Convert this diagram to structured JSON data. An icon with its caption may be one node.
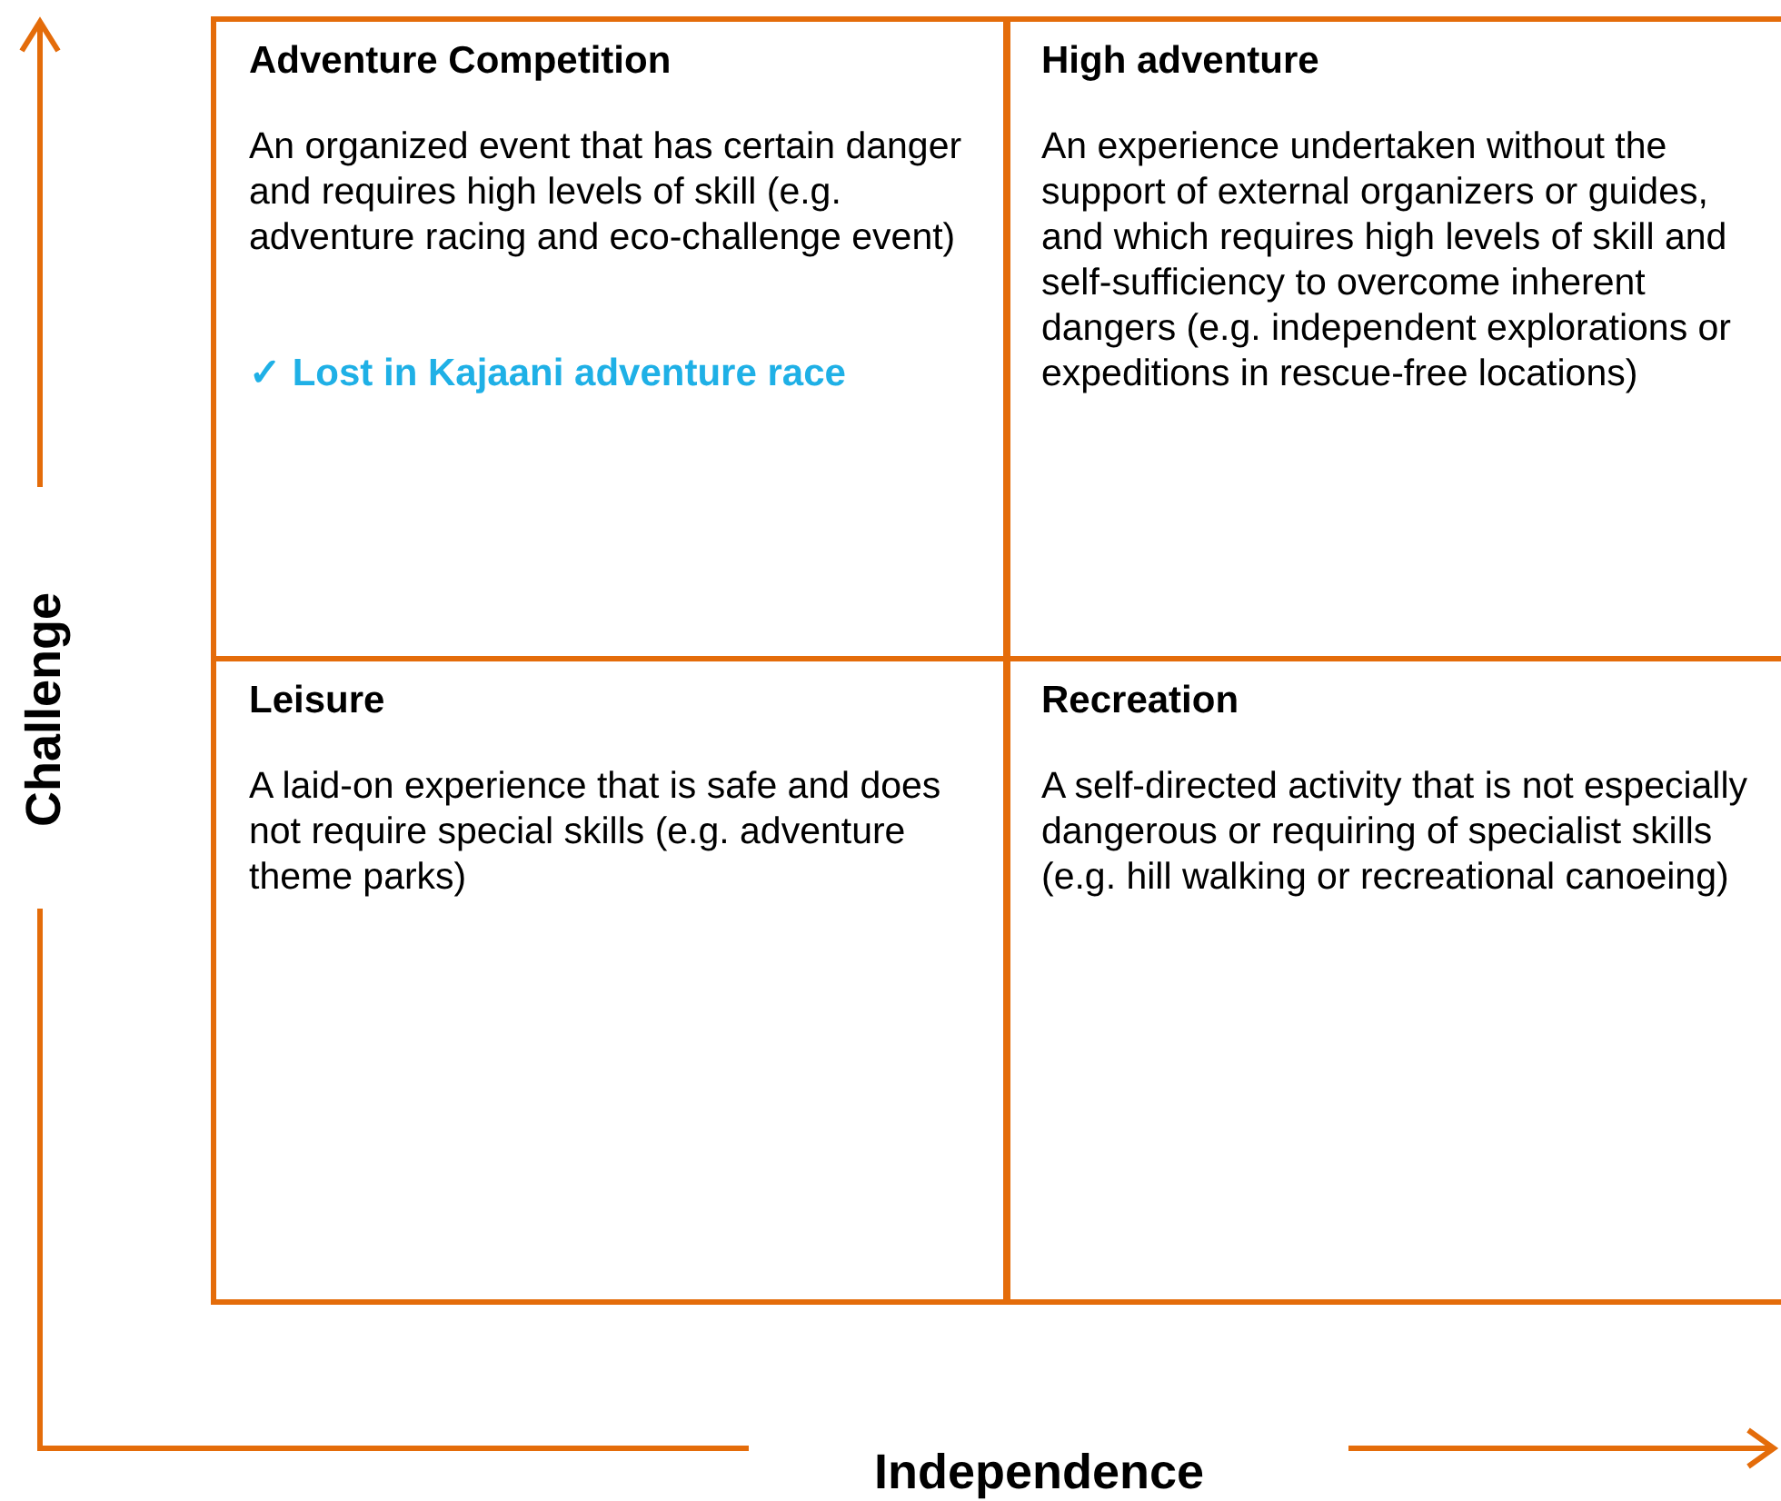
{
  "diagram": {
    "nodes": [
      {
        "text": [
          "Adventure Competition",
          "An organized event that has certain danger and requires high levels of skill (e.g. adventure racing and eco-challenge event)",
          "✓ Lost in Kajaani adventure race"
        ]
      },
      {
        "text": [
          "High adventure",
          "An experience undertaken without the support of external organizers or guides, and which requires high levels of skill and self-sufficiency to overcome inherent dangers (e.g. independent explorations or expeditions in rescue-free locations)"
        ]
      },
      {
        "text": [
          "Leisure",
          "A laid-on experience that is safe and does not require special skills (e.g. adventure theme parks)"
        ]
      },
      {
        "text": [
          "Recreation",
          "A self-directed activity that is not especially dangerous or requiring of specialist skills (e.g. hill walking or recreational canoeing)"
        ]
      }
    ],
    "labels": [
      "Challenge",
      "Independence"
    ]
  }
}
